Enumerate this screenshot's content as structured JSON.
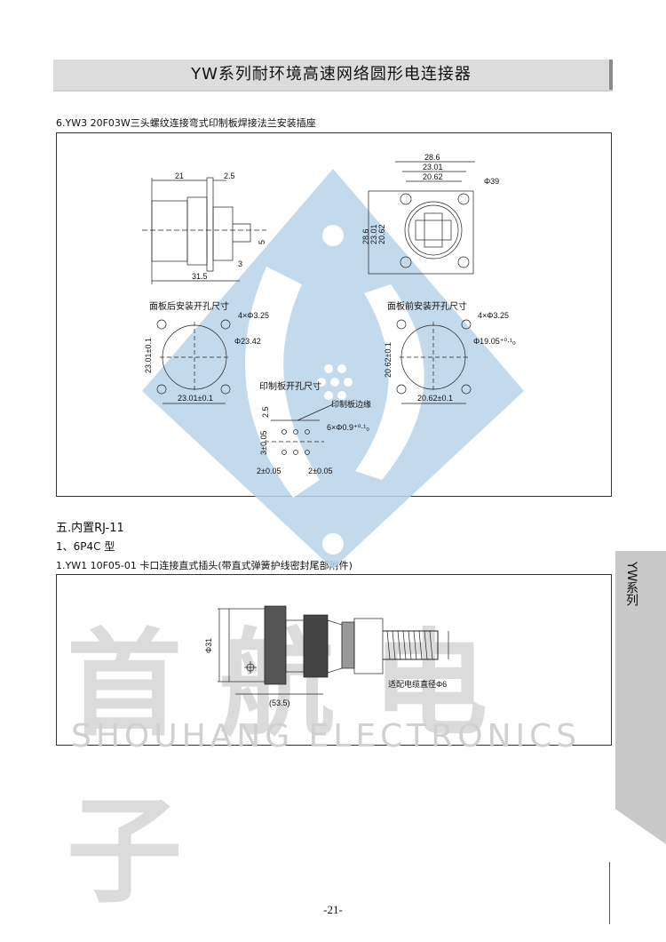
{
  "header": {
    "title": "YW系列耐环境高速网络圆形电连接器"
  },
  "section1": {
    "title": "6.YW3 20F03W三头螺纹连接弯式印制板焊接法兰安装插座",
    "side_view": {
      "d1": "21",
      "d2": "2.5",
      "d3": "5",
      "d4": "3",
      "d5": "31.5"
    },
    "front_view": {
      "w1": "28.6",
      "w2": "23.01",
      "w3": "20.62",
      "dia": "Φ39",
      "h1": "28.6",
      "h2": "23.01",
      "h3": "20.62"
    },
    "rear_cutout": {
      "title": "面板后安装开孔尺寸",
      "holes": "4×Φ3.25",
      "dia": "Φ23.42",
      "v": "23.01±0.1",
      "h": "23.01±0.1"
    },
    "front_cutout": {
      "title": "面板前安装开孔尺寸",
      "holes": "4×Φ3.25",
      "dia": "Φ19.05⁺⁰·¹₀",
      "v": "20.62±0.1",
      "h": "20.62±0.1"
    },
    "pcb_cutout": {
      "title": "印制板开孔尺寸",
      "edge": "印制板边缘",
      "d1": "2.5",
      "d2": "3±0.05",
      "holes": "6×Φ0.9⁺⁰·¹₀",
      "p1": "2±0.05",
      "p2": "2±0.05"
    }
  },
  "section5": {
    "title": "五.内置RJ-11",
    "subtitle": "1、6P4C 型"
  },
  "section2": {
    "title": "1.YW1 10F05-01 卡口连接直式插头(带直式弹簧护线密封尾部附件)",
    "dia": "Φ31",
    "length": "(53.5)",
    "cable": "适配电缆直径Φ6"
  },
  "side_tab": {
    "label": "YW系列"
  },
  "watermark": {
    "cn": "首航电子",
    "en": "SHOUHANG ELECTRONICS"
  },
  "page_number": "-21-",
  "colors": {
    "watermark_blue": "#b9d3ea",
    "watermark_gray": "#d8d8d8",
    "header_bg": "#dcdcdc"
  }
}
